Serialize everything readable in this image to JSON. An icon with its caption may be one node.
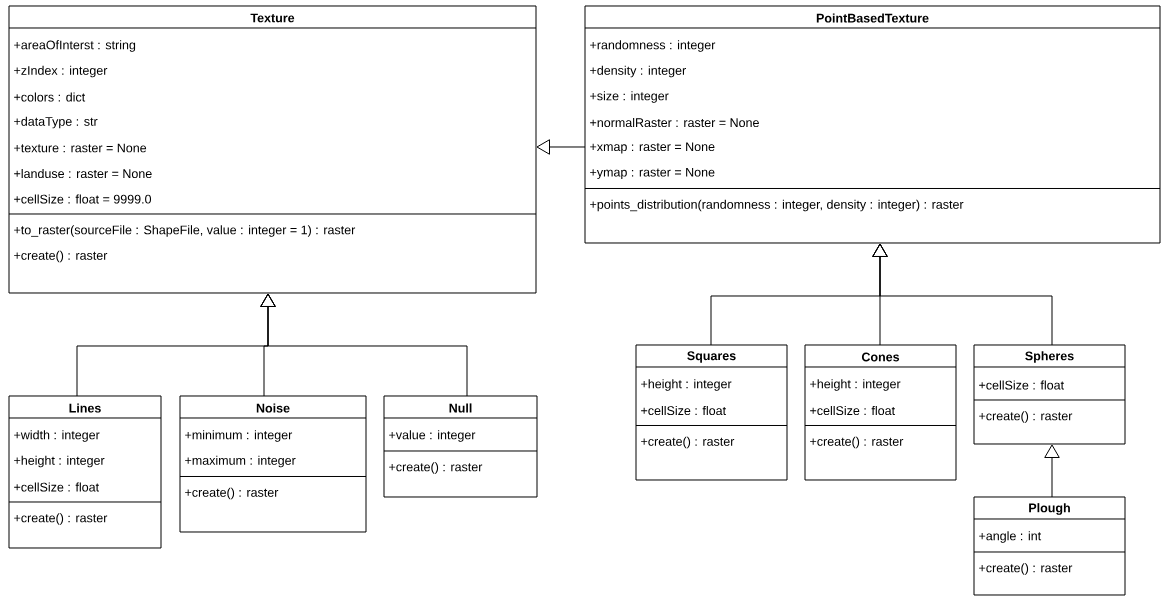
{
  "diagram": {
    "nodes": [
      {
        "text": [
          "Texture",
          "+areaOfInterst : string",
          "+zIndex : integer",
          "+colors : dict",
          "+dataType : str",
          "+texture : raster = None",
          "+landuse : raster = None",
          "+cellSize : float = 9999.0",
          "+to_raster(sourceFile : ShapeFile, value : integer = 1) : raster",
          "+create() : raster"
        ]
      },
      {
        "text": [
          "PointBasedTexture",
          "+randomness : integer",
          "+density : integer",
          "+size : integer",
          "+normalRaster : raster = None",
          "+xmap : raster = None",
          "+ymap : raster = None",
          "+points_distribution(randomness : integer, density : integer) : raster"
        ]
      },
      {
        "text": [
          "Lines",
          "+width : integer",
          "+height : integer",
          "+cellSize : float",
          "+create() : raster"
        ]
      },
      {
        "text": [
          "Noise",
          "+minimum : integer",
          "+maximum : integer",
          "+create() : raster"
        ]
      },
      {
        "text": [
          "Null",
          "+value : integer",
          "+create() : raster"
        ]
      },
      {
        "text": [
          "Squares",
          "+height : integer",
          "+cellSize : float",
          "+create() : raster"
        ]
      },
      {
        "text": [
          "Cones",
          "+height : integer",
          "+cellSize : float",
          "+create() : raster"
        ]
      },
      {
        "text": [
          "Spheres",
          "+cellSize : float",
          "+create() : raster"
        ]
      },
      {
        "text": [
          "Plough",
          "+angle : int",
          "+create() : raster"
        ]
      }
    ],
    "edges": [
      {
        "from": 1,
        "to": 0,
        "arrow": "to"
      },
      {
        "from": 2,
        "to": 0,
        "arrow": "to"
      },
      {
        "from": 3,
        "to": 0,
        "arrow": "to"
      },
      {
        "from": 4,
        "to": 0,
        "arrow": "to"
      },
      {
        "from": 5,
        "to": 1,
        "arrow": "to"
      },
      {
        "from": 6,
        "to": 1,
        "arrow": "to"
      },
      {
        "from": 7,
        "to": 1,
        "arrow": "to"
      },
      {
        "from": 8,
        "to": 7,
        "arrow": "to"
      }
    ]
  }
}
